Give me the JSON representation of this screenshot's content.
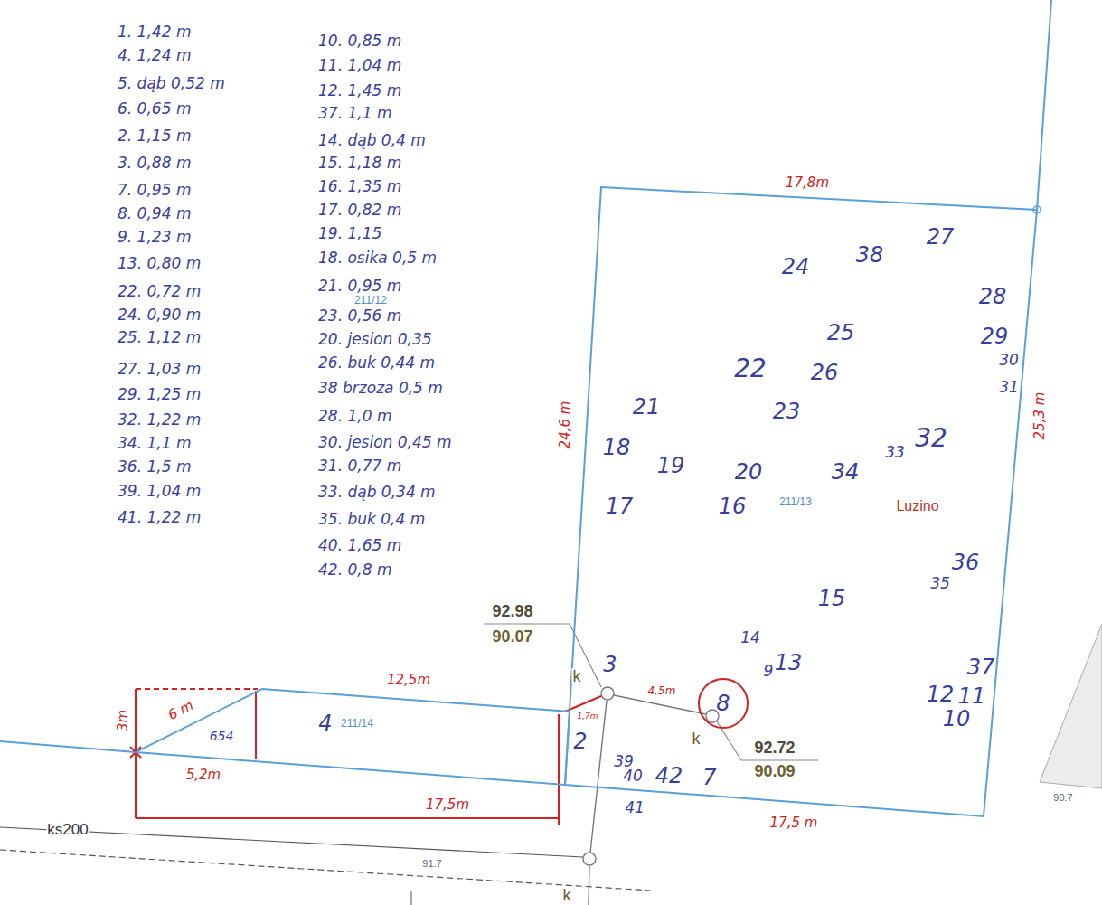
{
  "diagram": {
    "nodes": [
      {
        "text": [
          "211/13"
        ]
      },
      {
        "text": [
          "8"
        ],
        "in": 0
      },
      {
        "text": [
          "211/14"
        ]
      }
    ],
    "labels": [
      "1. 1,42 m",
      "4. 1,24 m",
      "5. dąb 0,52 m",
      "6. 0,65 m",
      "2. 1,15 m",
      "3. 0,88 m",
      "7. 0,95 m",
      "8. 0,94 m",
      "9. 1,23 m",
      "13. 0,80 m",
      "22. 0,72 m",
      "24. 0,90 m",
      "25. 1,12 m",
      "27. 1,03 m",
      "29. 1,25 m",
      "32. 1,22 m",
      "34. 1,1 m",
      "36. 1,5 m",
      "39. 1,04 m",
      "41. 1,22 m",
      "10. 0,85 m",
      "11. 1,04 m",
      "12. 1,45 m",
      "37. 1,1 m",
      "14. dąb 0,4 m",
      "15. 1,18 m",
      "16. 1,35 m",
      "17. 0,82 m",
      "19. 1,15",
      "18. osika 0,5 m",
      "21. 0,95 m",
      "23. 0,56 m",
      "20. jesion 0,35",
      "26. buk 0,44 m",
      "38 brzoza 0,5 m",
      "28. 1,0 m",
      "30. jesion 0,45 m",
      "31. 0,77 m",
      "33. dąb 0,34 m",
      "35. buk 0,4 m",
      "40. 1,65 m",
      "42. 0,8 m",
      "27",
      "38",
      "24",
      "28",
      "29",
      "30",
      "31",
      "25",
      "22",
      "26",
      "23",
      "21",
      "18",
      "19",
      "20",
      "34",
      "33",
      "32",
      "17",
      "16",
      "36",
      "35",
      "15",
      "14",
      "13",
      "9",
      "37",
      "12",
      "11",
      "10",
      "3",
      "2",
      "39",
      "40",
      "41",
      "42",
      "7",
      "17,8m",
      "24,6 m",
      "25,3 m",
      "12,5m",
      "1,7m",
      "4,5m",
      "6 m",
      "3m",
      "5,2m",
      "17,5m",
      "17,5 m",
      "Luzino",
      "4",
      "654",
      "211/12",
      "92.98",
      "90.07",
      "92.72",
      "90.09",
      "k",
      "k",
      "k",
      "ks200",
      "91.7",
      "90.7"
    ]
  }
}
